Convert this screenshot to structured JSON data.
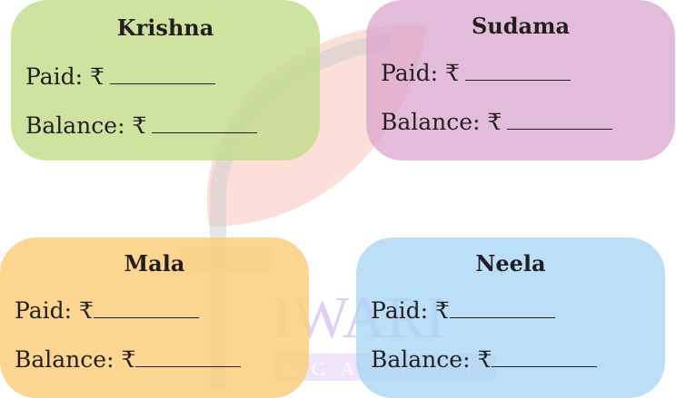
{
  "cards": [
    {
      "name": "Krishna",
      "paid_label": "Paid: ₹",
      "balance_label": "Balance: ₹"
    },
    {
      "name": "Sudama",
      "paid_label": "Paid: ₹",
      "balance_label": "Balance: ₹"
    },
    {
      "name": "Mala",
      "paid_label": "Paid: ₹",
      "balance_label": "Balance: ₹"
    },
    {
      "name": "Neela",
      "paid_label": "Paid: ₹",
      "balance_label": "Balance: ₹"
    }
  ],
  "watermark": {
    "line1": "IWARI",
    "line2": "ACADEMY"
  },
  "colors": {
    "krishna_bg": "#c4dd8c",
    "sudama_bg": "#d9a0cc",
    "mala_bg": "#fccf7e",
    "neela_bg": "#a8d6f5",
    "text": "#231f20"
  }
}
